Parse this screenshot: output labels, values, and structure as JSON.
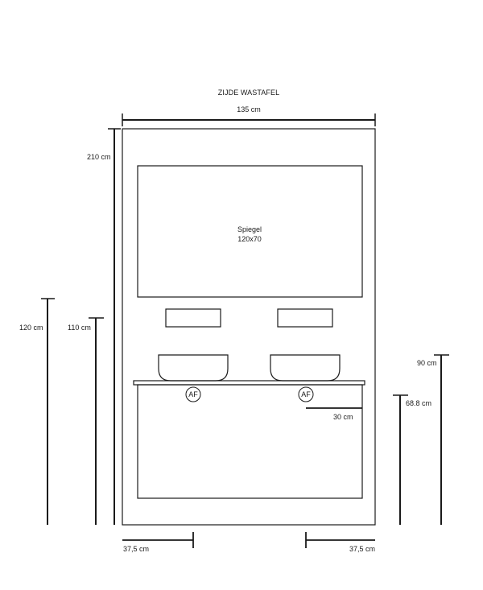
{
  "title": "ZIJDE WASTAFEL",
  "colors": {
    "line": "#1a1a1a",
    "background": "#ffffff"
  },
  "dimensions": {
    "width_total": "135 cm",
    "height_total": "210 cm",
    "height_120": "120 cm",
    "height_110": "110 cm",
    "height_90": "90 cm",
    "height_68_8": "68.8 cm",
    "drain_offset": "30 cm",
    "left_offset": "37,5 cm",
    "right_offset": "37,5 cm"
  },
  "mirror": {
    "name": "Spiegel",
    "size": "120x70"
  },
  "drain_label": "AF"
}
